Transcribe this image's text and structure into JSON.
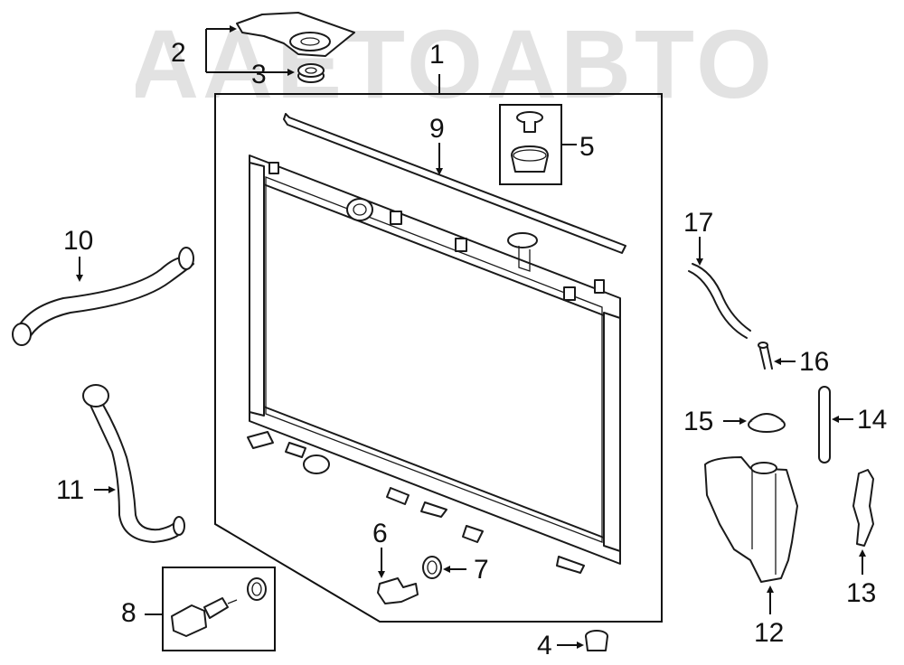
{
  "watermark": {
    "text": "AAETOABTO"
  },
  "callouts": [
    {
      "id": "1",
      "text": "1"
    },
    {
      "id": "2",
      "text": "2"
    },
    {
      "id": "3",
      "text": "3"
    },
    {
      "id": "4",
      "text": "4"
    },
    {
      "id": "5",
      "text": "5"
    },
    {
      "id": "6",
      "text": "6"
    },
    {
      "id": "7",
      "text": "7"
    },
    {
      "id": "8",
      "text": "8"
    },
    {
      "id": "9",
      "text": "9"
    },
    {
      "id": "10",
      "text": "10"
    },
    {
      "id": "11",
      "text": "11"
    },
    {
      "id": "12",
      "text": "12"
    },
    {
      "id": "13",
      "text": "13"
    },
    {
      "id": "14",
      "text": "14"
    },
    {
      "id": "15",
      "text": "15"
    },
    {
      "id": "16",
      "text": "16"
    },
    {
      "id": "17",
      "text": "17"
    }
  ],
  "colors": {
    "line": "#1a1a1a",
    "watermark": "#d9d9d9",
    "background": "#ffffff"
  }
}
